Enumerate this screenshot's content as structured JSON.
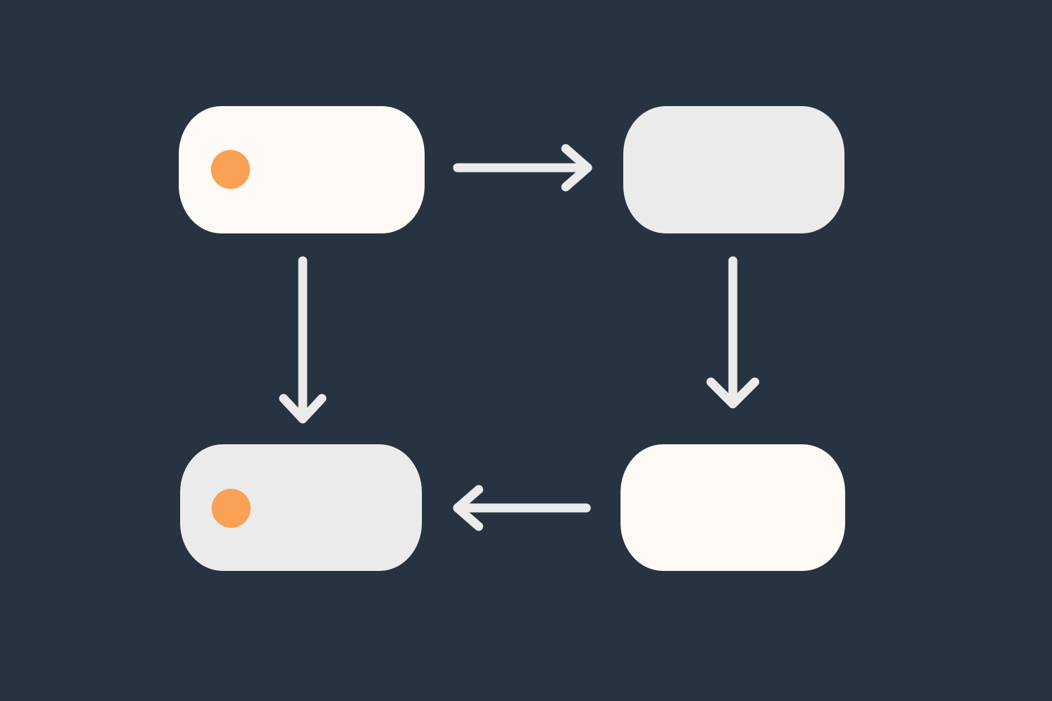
{
  "colors": {
    "background": "#283342",
    "node_cream": "#fdfaf6",
    "node_gray": "#ebebeb",
    "accent_dot": "#f9a154",
    "arrow": "#ebebeb"
  },
  "nodes": [
    {
      "id": "node-top-left",
      "fill": "cream",
      "has_dot": true
    },
    {
      "id": "node-top-right",
      "fill": "gray",
      "has_dot": false
    },
    {
      "id": "node-bottom-right",
      "fill": "cream",
      "has_dot": false
    },
    {
      "id": "node-bottom-left",
      "fill": "gray",
      "has_dot": true
    }
  ],
  "edges": [
    {
      "from": "node-top-left",
      "to": "node-top-right",
      "direction": "right"
    },
    {
      "from": "node-top-right",
      "to": "node-bottom-right",
      "direction": "down"
    },
    {
      "from": "node-bottom-right",
      "to": "node-bottom-left",
      "direction": "left"
    },
    {
      "from": "node-top-left",
      "to": "node-bottom-left",
      "direction": "down"
    }
  ]
}
